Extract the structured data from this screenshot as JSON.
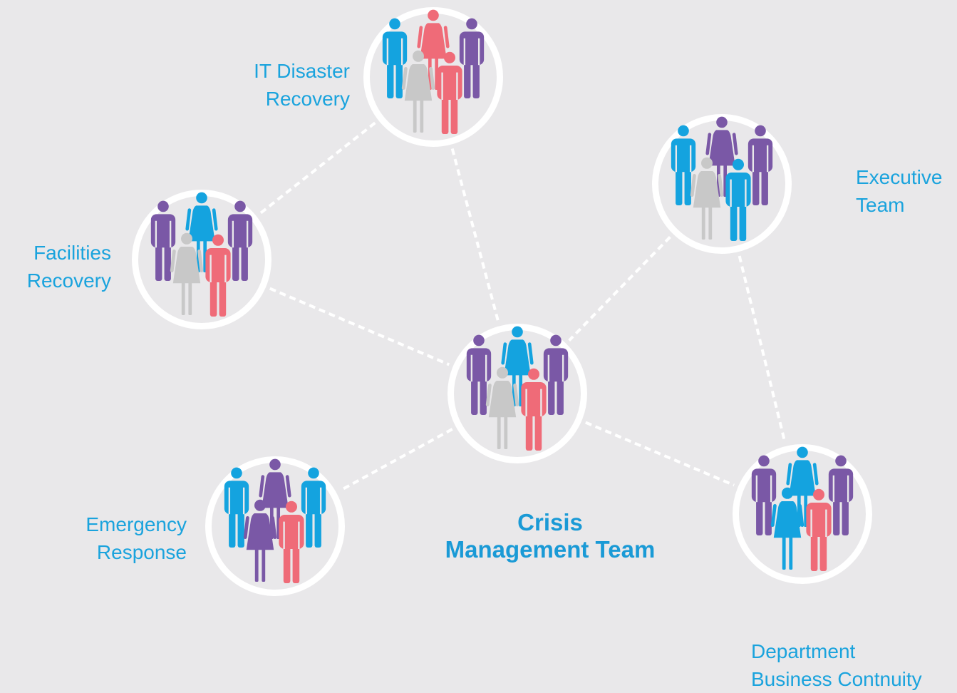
{
  "colors": {
    "background": "#e9e8ea",
    "ring": "#ffffff",
    "label": "#1aa3dd",
    "blue": "#14a3df",
    "purple": "#7a58a6",
    "pink": "#ef6b78",
    "gray": "#c8c8c8"
  },
  "nodes": [
    {
      "id": "it",
      "label_lines": [
        "IT Disaster",
        "Recovery"
      ],
      "people": [
        {
          "gender": "man",
          "color": "blue"
        },
        {
          "gender": "woman",
          "color": "pink"
        },
        {
          "gender": "man",
          "color": "purple"
        },
        {
          "gender": "woman",
          "color": "gray"
        },
        {
          "gender": "man",
          "color": "pink"
        }
      ]
    },
    {
      "id": "exec",
      "label_lines": [
        "Executive",
        "Team"
      ],
      "people": [
        {
          "gender": "man",
          "color": "blue"
        },
        {
          "gender": "woman",
          "color": "purple"
        },
        {
          "gender": "man",
          "color": "purple"
        },
        {
          "gender": "woman",
          "color": "gray"
        },
        {
          "gender": "man",
          "color": "blue"
        }
      ]
    },
    {
      "id": "fac",
      "label_lines": [
        "Facilities",
        "Recovery"
      ],
      "people": [
        {
          "gender": "man",
          "color": "purple"
        },
        {
          "gender": "woman",
          "color": "blue"
        },
        {
          "gender": "man",
          "color": "purple"
        },
        {
          "gender": "woman",
          "color": "gray"
        },
        {
          "gender": "man",
          "color": "pink"
        }
      ]
    },
    {
      "id": "crisis",
      "label_lines": [
        "Crisis",
        "Management Team"
      ],
      "people": [
        {
          "gender": "man",
          "color": "purple"
        },
        {
          "gender": "woman",
          "color": "blue"
        },
        {
          "gender": "man",
          "color": "purple"
        },
        {
          "gender": "woman",
          "color": "gray"
        },
        {
          "gender": "man",
          "color": "pink"
        }
      ]
    },
    {
      "id": "emer",
      "label_lines": [
        "Emergency",
        "Response"
      ],
      "people": [
        {
          "gender": "man",
          "color": "blue"
        },
        {
          "gender": "woman",
          "color": "purple"
        },
        {
          "gender": "man",
          "color": "blue"
        },
        {
          "gender": "woman",
          "color": "purple"
        },
        {
          "gender": "man",
          "color": "pink"
        }
      ]
    },
    {
      "id": "dept",
      "label_lines": [
        "Department",
        "Business Contnuity"
      ],
      "people": [
        {
          "gender": "man",
          "color": "purple"
        },
        {
          "gender": "woman",
          "color": "blue"
        },
        {
          "gender": "man",
          "color": "purple"
        },
        {
          "gender": "woman",
          "color": "blue"
        },
        {
          "gender": "man",
          "color": "pink"
        }
      ]
    }
  ],
  "links": [
    [
      "it",
      "fac"
    ],
    [
      "it",
      "crisis"
    ],
    [
      "fac",
      "crisis"
    ],
    [
      "exec",
      "crisis"
    ],
    [
      "exec",
      "dept"
    ],
    [
      "crisis",
      "emer"
    ],
    [
      "crisis",
      "dept"
    ]
  ]
}
